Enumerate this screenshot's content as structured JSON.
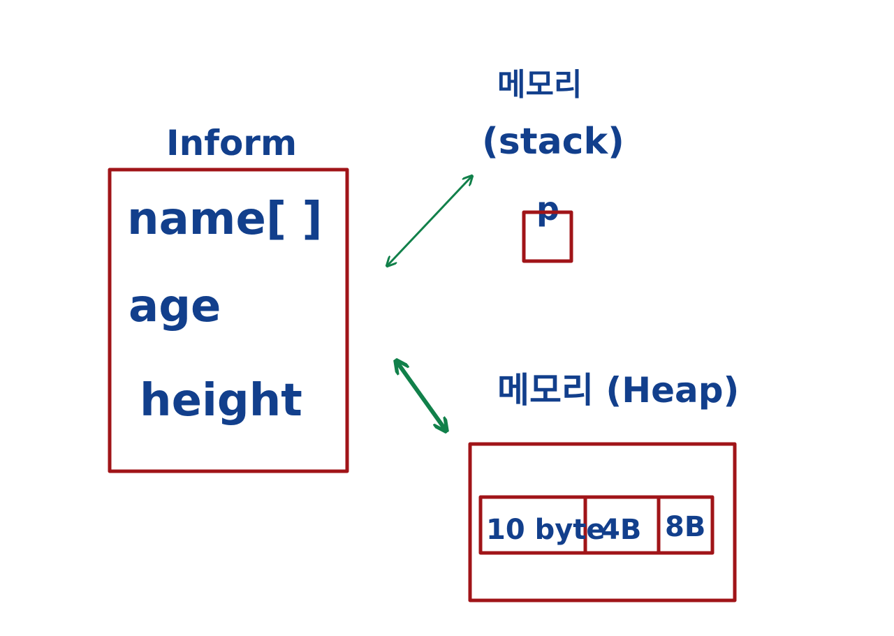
{
  "struct": {
    "title": "Inform",
    "fields": [
      "name[ ]",
      "age",
      "height"
    ]
  },
  "stack": {
    "label_line1": "메모리",
    "label_line2": "(stack)",
    "pointer_label": "p"
  },
  "heap": {
    "label": "메모리 (Heap)",
    "cells": [
      "10 byte",
      "4B",
      "8B"
    ]
  },
  "colors": {
    "ink": "#123f8c",
    "box": "#a01418",
    "arrow": "#11804a"
  }
}
